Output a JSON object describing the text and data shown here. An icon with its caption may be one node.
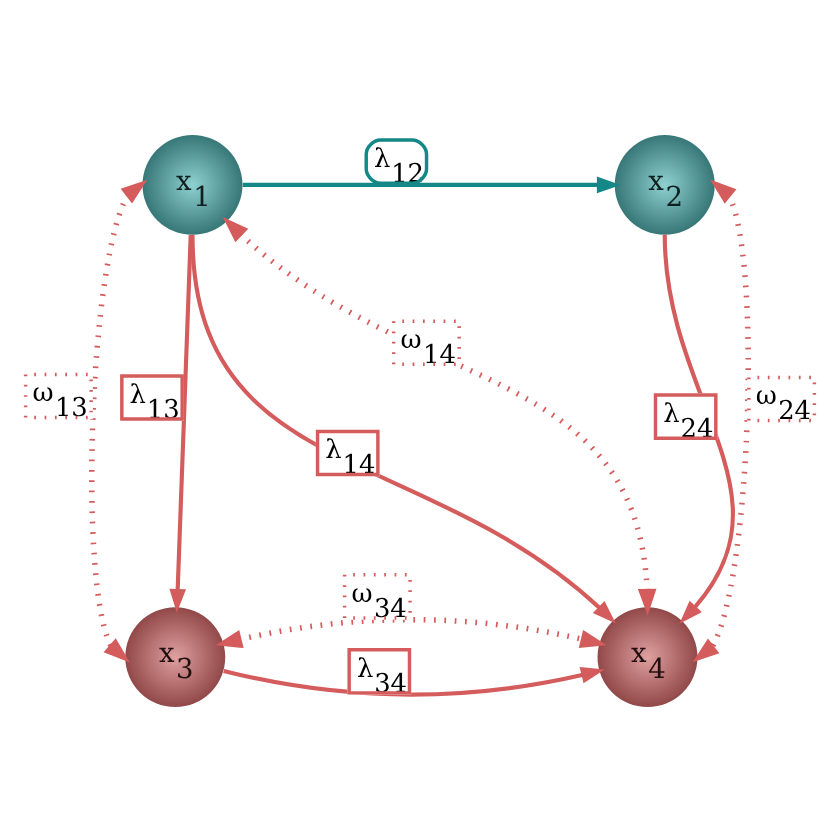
{
  "diagram": {
    "nodes": [
      {
        "text": [
          "x$_{1}$"
        ]
      },
      {
        "text": [
          "x$_{2}$"
        ]
      },
      {
        "text": [
          "x$_{3}$"
        ]
      },
      {
        "text": [
          "x$_{4}$"
        ]
      }
    ],
    "edges": [
      {
        "from": 0,
        "to": 1,
        "arrow": "to",
        "label": "λ$_{12}$",
        "color": "#148787"
      },
      {
        "from": 0,
        "to": 2,
        "arrow": "to",
        "label": "λ$_{13}$"
      },
      {
        "from": 0,
        "to": 3,
        "arrow": "to",
        "label": "λ$_{14}$"
      },
      {
        "from": 1,
        "to": 3,
        "arrow": "to",
        "label": "λ$_{24}$"
      },
      {
        "from": 2,
        "to": 3,
        "arrow": "to",
        "label": "λ$_{34}$"
      },
      {
        "from": 0,
        "to": 2,
        "arrow": "both",
        "label": "ω$_{13}$",
        "style": "dashed"
      },
      {
        "from": 0,
        "to": 3,
        "arrow": "both",
        "label": "ω$_{14}$",
        "style": "dashed"
      },
      {
        "from": 1,
        "to": 3,
        "arrow": "both",
        "label": "ω$_{24}$",
        "style": "dashed"
      },
      {
        "from": 2,
        "to": 3,
        "arrow": "both",
        "label": "ω$_{34}$",
        "style": "dashed"
      }
    ]
  }
}
